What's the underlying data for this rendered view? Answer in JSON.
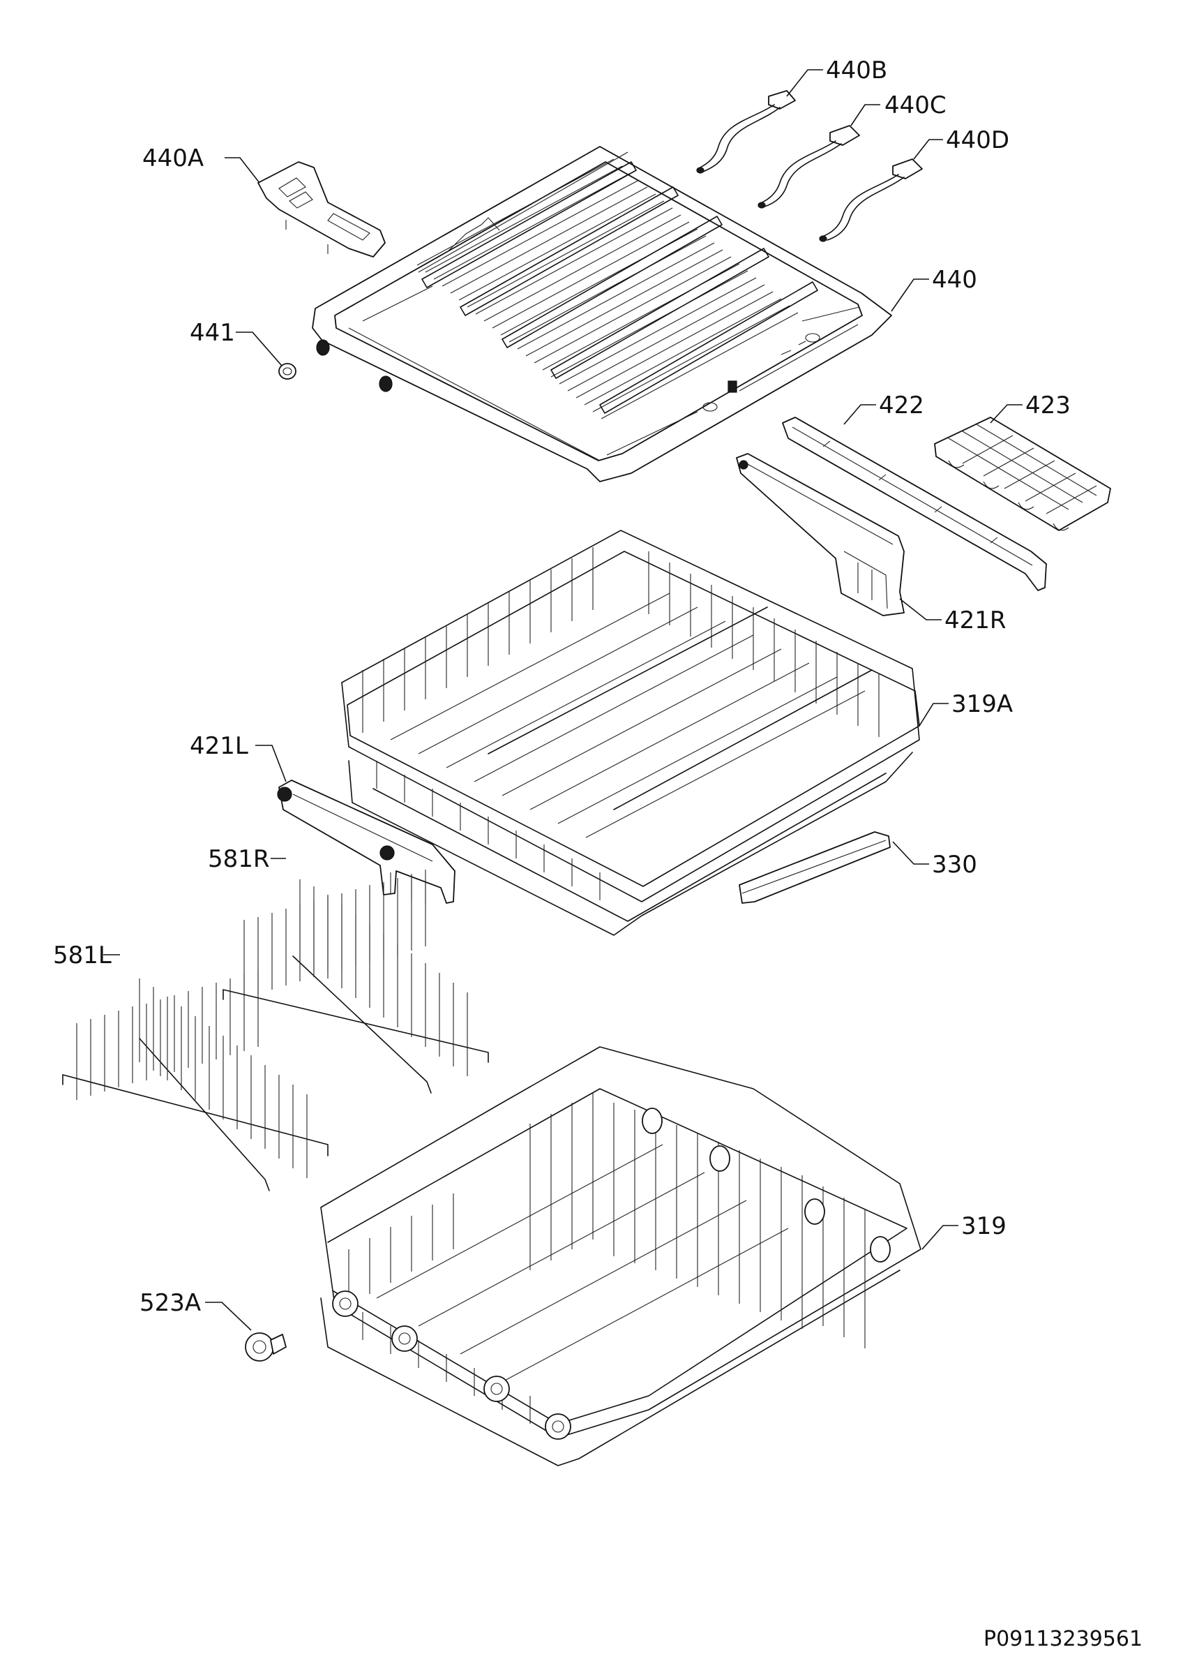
{
  "labels": {
    "p440A": "440A",
    "p440B": "440B",
    "p440C": "440C",
    "p440D": "440D",
    "p440": "440",
    "p441": "441",
    "p422": "422",
    "p423": "423",
    "p421R": "421R",
    "p319A": "319A",
    "p421L": "421L",
    "p330": "330",
    "p581R": "581R",
    "p581L": "581L",
    "p319": "319",
    "p523A": "523A"
  },
  "diagram_code": "P09113239561"
}
